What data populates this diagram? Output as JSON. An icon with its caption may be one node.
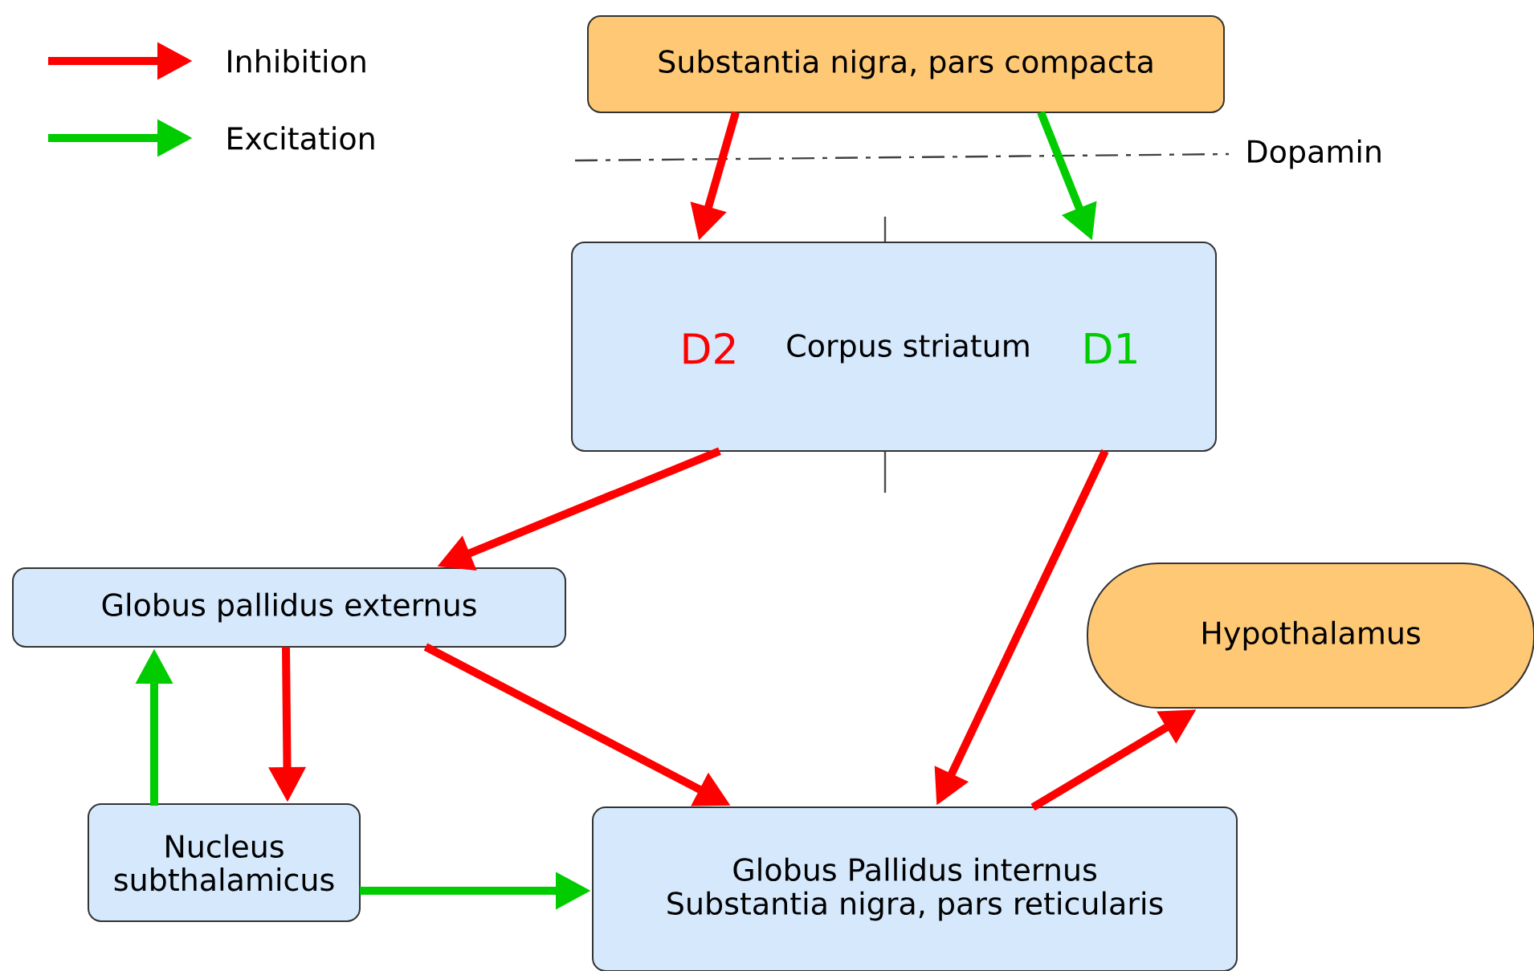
{
  "diagram": {
    "nodes": [
      {
        "text": [
          "Substantia nigra, pars compacta"
        ]
      },
      {
        "text": [
          "D2",
          "Corpus striatum",
          "D1"
        ]
      },
      {
        "text": [
          "Globus pallidus externus"
        ]
      },
      {
        "text": [
          "Hypothalamus"
        ]
      },
      {
        "text": [
          "Nucleus subthalamicus"
        ]
      },
      {
        "text": [
          "Globus Pallidus internus",
          "Substantia nigra, pars reticularis"
        ]
      }
    ],
    "edges": [
      {
        "from": 0,
        "to": 1,
        "arrow": "to"
      },
      {
        "from": 0,
        "to": 1,
        "arrow": "to",
        "color": "#00cc00"
      },
      {
        "from": 1,
        "to": 2,
        "arrow": "to"
      },
      {
        "from": 1,
        "to": 5,
        "arrow": "to"
      },
      {
        "from": 2,
        "to": 4,
        "arrow": "to"
      },
      {
        "from": 4,
        "to": 2,
        "arrow": "to",
        "color": "#00cc00"
      },
      {
        "from": 2,
        "to": 5,
        "arrow": "to"
      },
      {
        "from": 4,
        "to": 5,
        "arrow": "to",
        "color": "#00cc00"
      },
      {
        "from": 5,
        "to": 3,
        "arrow": "to"
      }
    ],
    "labels": [
      "Dopamin"
    ],
    "legend": [
      {
        "text": "Inhibition",
        "color": "#ff0000"
      },
      {
        "text": "Excitation",
        "color": "#00cc00"
      }
    ]
  }
}
